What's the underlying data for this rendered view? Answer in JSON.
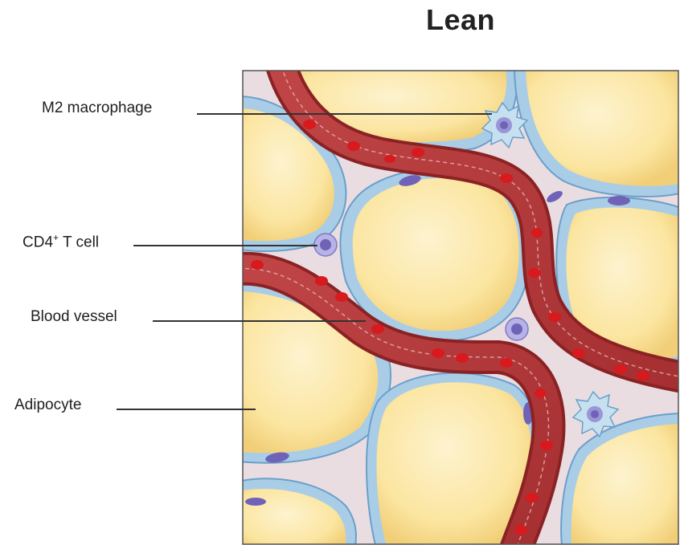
{
  "figure": {
    "title": "Lean",
    "labels": {
      "m2_macrophage": {
        "name": "M2 macrophage",
        "superscript": ""
      },
      "cd4_t_cell": {
        "name": "CD4",
        "superscript": "+",
        "suffix": " T cell"
      },
      "blood_vessel": {
        "name": "Blood vessel"
      },
      "adipocyte": {
        "name": "Adipocyte"
      }
    },
    "colors": {
      "adipocyte_fill": "#fbe5a0",
      "adipocyte_highlight": "#fdf3cf",
      "membrane": "#a9cde6",
      "membrane_edge": "#6b9fc9",
      "interstitium": "#eadde2",
      "vessel": "#b3393a",
      "vessel_edge": "#8a2224",
      "red_blood_cell": "#d8191e",
      "lymphocyte": "#9a95d6",
      "nucleus": "#6f63b8"
    }
  }
}
